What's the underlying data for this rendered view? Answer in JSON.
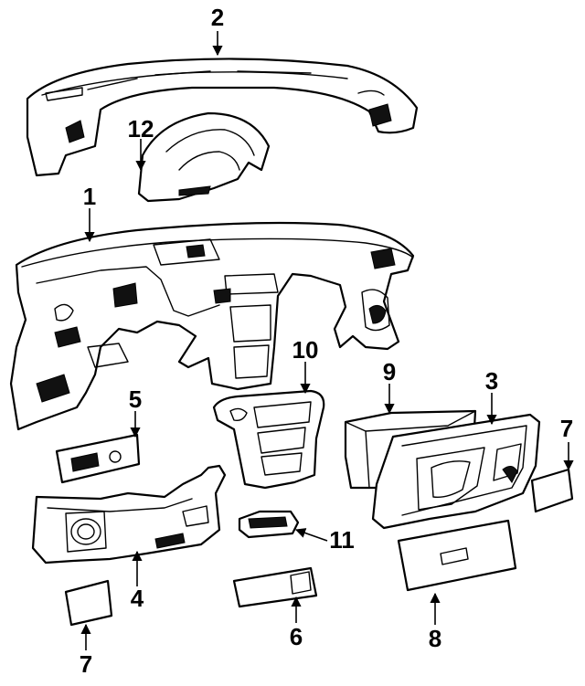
{
  "callouts": [
    {
      "id": "2",
      "label": "2"
    },
    {
      "id": "12",
      "label": "12"
    },
    {
      "id": "1",
      "label": "1"
    },
    {
      "id": "10",
      "label": "10"
    },
    {
      "id": "9",
      "label": "9"
    },
    {
      "id": "3",
      "label": "3"
    },
    {
      "id": "7a",
      "label": "7"
    },
    {
      "id": "5",
      "label": "5"
    },
    {
      "id": "11",
      "label": "11"
    },
    {
      "id": "4",
      "label": "4"
    },
    {
      "id": "6",
      "label": "6"
    },
    {
      "id": "8",
      "label": "8"
    },
    {
      "id": "7b",
      "label": "7"
    }
  ]
}
